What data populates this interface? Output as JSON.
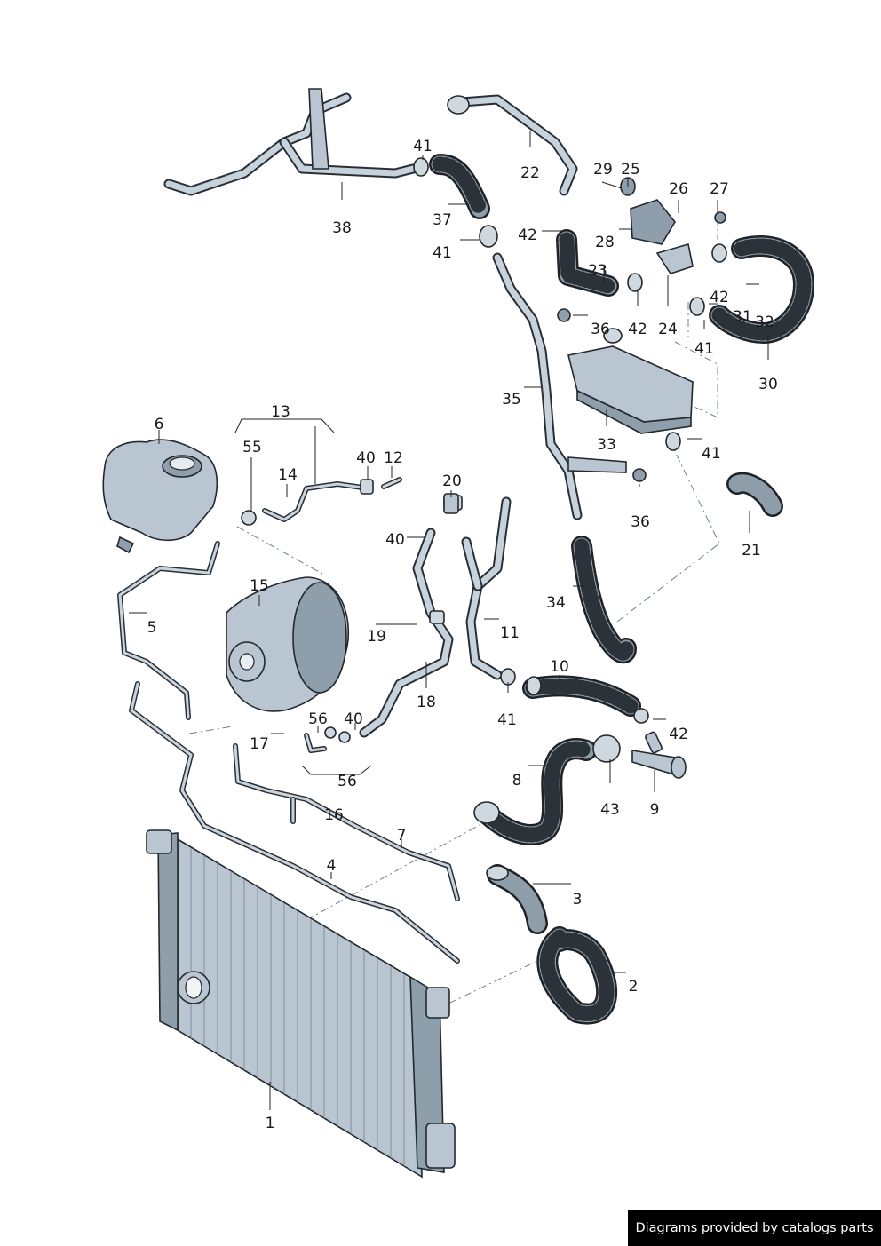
{
  "callouts": [
    {
      "id": "c1",
      "text": "1"
    },
    {
      "id": "c2",
      "text": "2"
    },
    {
      "id": "c3",
      "text": "3"
    },
    {
      "id": "c4",
      "text": "4"
    },
    {
      "id": "c5",
      "text": "5"
    },
    {
      "id": "c6",
      "text": "6"
    },
    {
      "id": "c7",
      "text": "7"
    },
    {
      "id": "c8",
      "text": "8"
    },
    {
      "id": "c9",
      "text": "9"
    },
    {
      "id": "c10",
      "text": "10"
    },
    {
      "id": "c11",
      "text": "11"
    },
    {
      "id": "c12",
      "text": "12"
    },
    {
      "id": "c13",
      "text": "13"
    },
    {
      "id": "c14",
      "text": "14"
    },
    {
      "id": "c15",
      "text": "15"
    },
    {
      "id": "c16",
      "text": "16"
    },
    {
      "id": "c17",
      "text": "17"
    },
    {
      "id": "c18",
      "text": "18"
    },
    {
      "id": "c19",
      "text": "19"
    },
    {
      "id": "c20",
      "text": "20"
    },
    {
      "id": "c21",
      "text": "21"
    },
    {
      "id": "c22",
      "text": "22"
    },
    {
      "id": "c23",
      "text": "23"
    },
    {
      "id": "c24",
      "text": "24"
    },
    {
      "id": "c25",
      "text": "25"
    },
    {
      "id": "c26",
      "text": "26"
    },
    {
      "id": "c27",
      "text": "27"
    },
    {
      "id": "c28",
      "text": "28"
    },
    {
      "id": "c29",
      "text": "29"
    },
    {
      "id": "c30",
      "text": "30"
    },
    {
      "id": "c31",
      "text": "31"
    },
    {
      "id": "c32",
      "text": "32"
    },
    {
      "id": "c33",
      "text": "33"
    },
    {
      "id": "c34",
      "text": "34"
    },
    {
      "id": "c35",
      "text": "35"
    },
    {
      "id": "c36a",
      "text": "36"
    },
    {
      "id": "c36b",
      "text": "36"
    },
    {
      "id": "c37",
      "text": "37"
    },
    {
      "id": "c38",
      "text": "38"
    },
    {
      "id": "c40a",
      "text": "40"
    },
    {
      "id": "c40b",
      "text": "40"
    },
    {
      "id": "c40c",
      "text": "40"
    },
    {
      "id": "c41a",
      "text": "41"
    },
    {
      "id": "c41b",
      "text": "41"
    },
    {
      "id": "c41c",
      "text": "41"
    },
    {
      "id": "c41d",
      "text": "41"
    },
    {
      "id": "c41e",
      "text": "41"
    },
    {
      "id": "c42a",
      "text": "42"
    },
    {
      "id": "c42b",
      "text": "42"
    },
    {
      "id": "c42c",
      "text": "42"
    },
    {
      "id": "c42d",
      "text": "42"
    },
    {
      "id": "c43",
      "text": "43"
    },
    {
      "id": "c55",
      "text": "55"
    },
    {
      "id": "c56a",
      "text": "56"
    },
    {
      "id": "c56b",
      "text": "56"
    }
  ],
  "footer": {
    "credit": "Diagrams provided by catalogs parts"
  },
  "colors": {
    "line": "#222222",
    "part_fill": "#b9c6d1",
    "hose_fill": "#8e9daa",
    "credit_bg": "#000000"
  }
}
